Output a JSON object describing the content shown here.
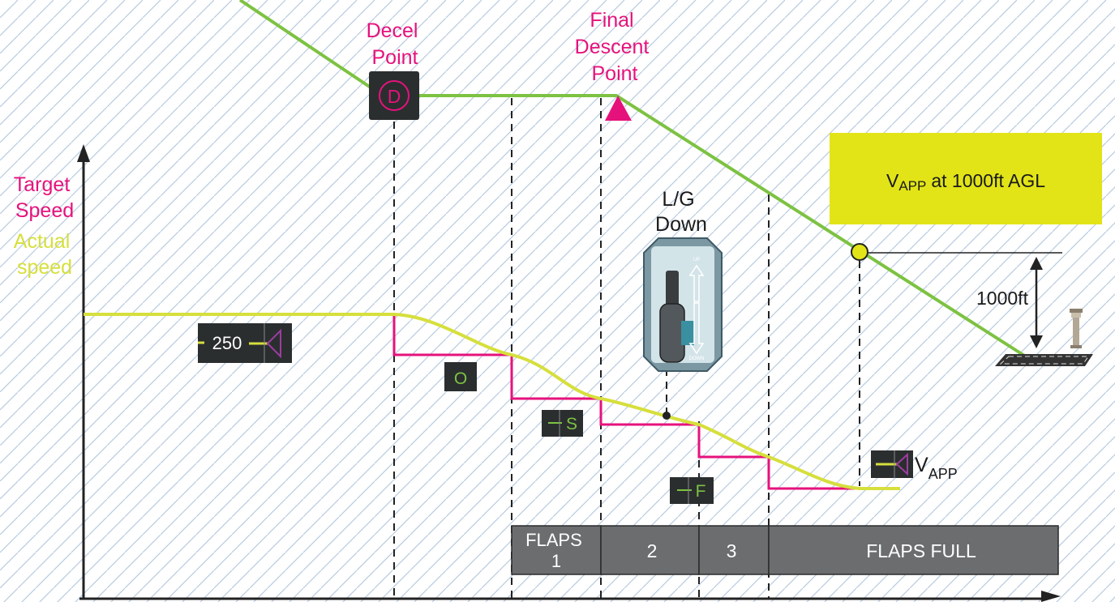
{
  "colors": {
    "background": "#ffffff",
    "hatch": "#b9cbe0",
    "flight_path": "#7dc242",
    "target_speed": "#e6127c",
    "actual_speed": "#d6df3c",
    "callout_box": "#e2e417",
    "flap_bar": "#6b6d6e",
    "speed_marker_bg": "#2b2e2f",
    "speed_marker_accent": "#7dc242",
    "vapp_triangle": "#9b3da0",
    "axis": "#222222",
    "ldg_lever_body": "#7b98a3",
    "ldg_lever_face": "#d3e4e9"
  },
  "labels": {
    "decel_point": [
      "Decel",
      "Point"
    ],
    "decel_symbol": "D",
    "final_descent_point": [
      "Final",
      "Descent",
      "Point"
    ],
    "target_speed": [
      "Target",
      "Speed"
    ],
    "actual_speed": [
      "Actual",
      "speed"
    ],
    "lg_down": [
      "L/G",
      "Down"
    ],
    "lever_up": "UP",
    "lever_down": "DOWN",
    "vapp_box_v": "V",
    "vapp_box_sub": "APP",
    "vapp_box_rest": "at 1000ft AGL",
    "height_label": "1000ft",
    "speed_250": "250",
    "marker_o": "O",
    "marker_s": "S",
    "marker_f": "F",
    "vapp_marker_v": "V",
    "vapp_marker_sub": "APP"
  },
  "flap_bar": [
    {
      "label": [
        "FLAPS",
        "1"
      ]
    },
    {
      "label": [
        "2"
      ]
    },
    {
      "label": [
        "3"
      ]
    },
    {
      "label": [
        "FLAPS FULL"
      ]
    }
  ]
}
